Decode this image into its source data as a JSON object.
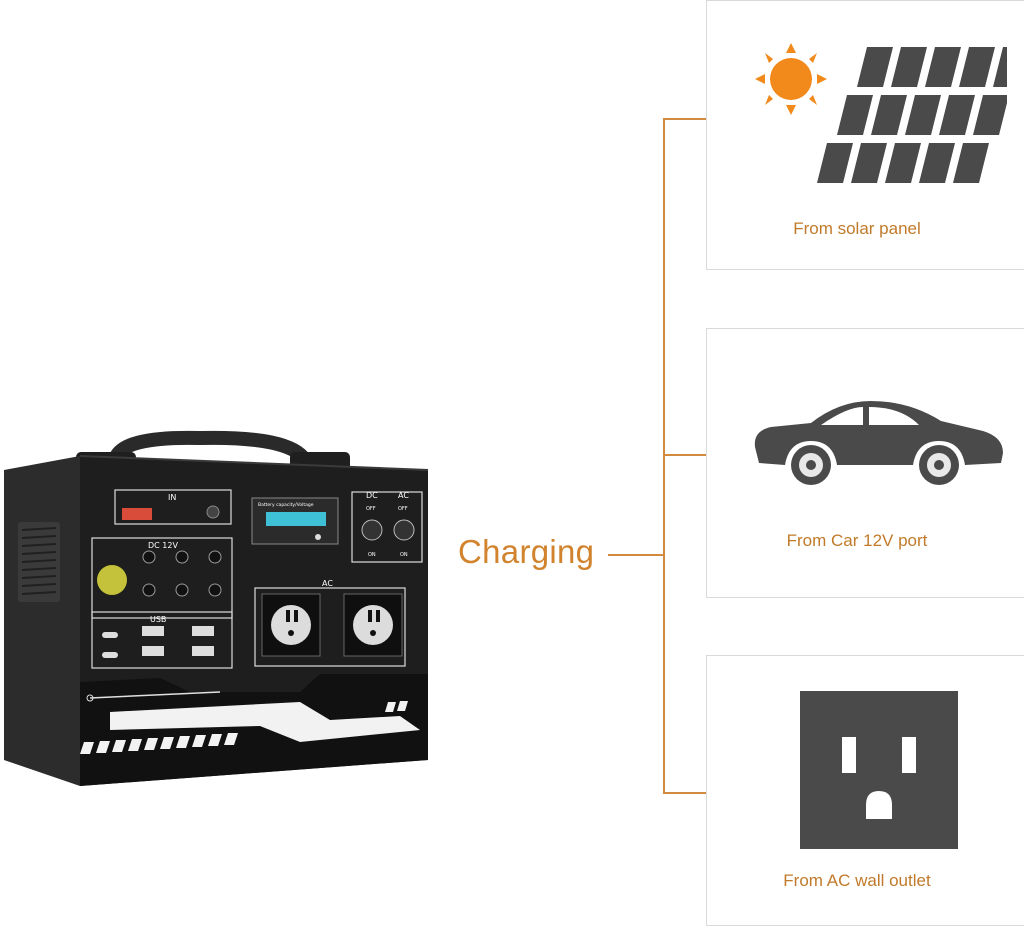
{
  "charging_label": "Charging",
  "sources": [
    {
      "label": "From  solar panel",
      "icon": "solar-panel-icon"
    },
    {
      "label": "From Car 12V port",
      "icon": "car-icon"
    },
    {
      "label": "From AC wall outlet",
      "icon": "wall-outlet-icon"
    }
  ],
  "device": {
    "in_label": "IN",
    "dc12v_label": "DC 12V",
    "usb_label": "USB",
    "dc_label": "DC",
    "ac_label": "AC",
    "ac_outlets_label": "AC",
    "switch_off": "OFF",
    "switch_on": "ON",
    "display_caption": "Battery capacity/Voltage"
  },
  "colors": {
    "accent_orange": "#d1832e",
    "icon_gray": "#4a4a4a",
    "sun_orange": "#f28a1b"
  }
}
